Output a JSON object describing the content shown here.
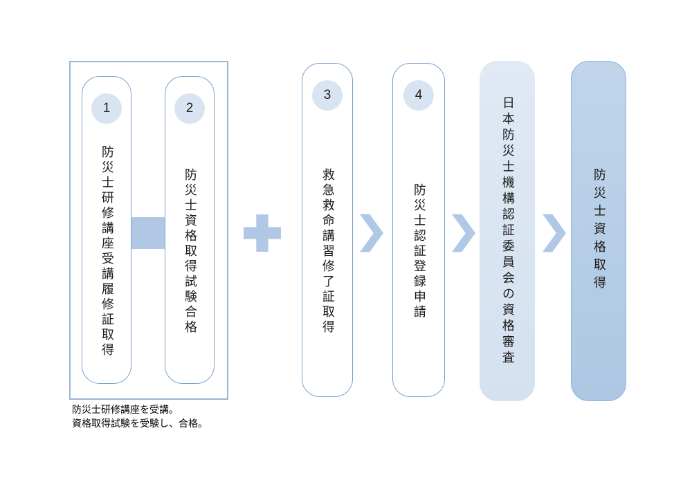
{
  "colors": {
    "group_outline": "#9ab5d8",
    "step_border": "#7da0c9",
    "circle_fill": "#d9e4f2",
    "connector": "#b0c8e6",
    "review_fill": "#d9e4f1",
    "result_fill": "#b6cee6",
    "result_border": "#8fb2d9",
    "text": "#1a1a1a"
  },
  "icons": {
    "plus": "plus-icon",
    "chevron": "chevron-right-icon"
  },
  "group": {
    "caption_lines": [
      "防災士研修講座を受講。",
      "資格取得試験を受験し、合格。"
    ],
    "steps": [
      {
        "number": "1",
        "label": "防災士研修講座受講履修証取得"
      },
      {
        "number": "2",
        "label": "防災士資格取得試験合格"
      }
    ]
  },
  "steps": [
    {
      "number": "3",
      "label": "救急救命講習修了証取得"
    },
    {
      "number": "4",
      "label": "防災士認証登録申請"
    }
  ],
  "review": {
    "label": "日本防災士機構認証委員会の資格審査"
  },
  "result": {
    "label": "防災士資格取得"
  }
}
